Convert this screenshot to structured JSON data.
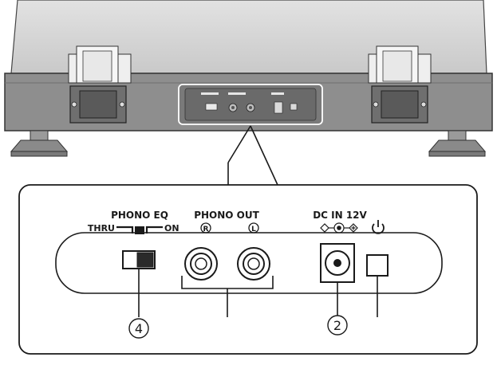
{
  "diagram": {
    "phono_eq": {
      "title": "PHONO EQ",
      "thru": "THRU",
      "on": "ON"
    },
    "phono_out": {
      "title": "PHONO OUT",
      "right": "R",
      "left": "L"
    },
    "dc_in": {
      "title": "DC IN 12V"
    },
    "callouts": {
      "switch": "4",
      "dc": "2"
    },
    "colors": {
      "line": "#1a1a1a",
      "body": "#8c8c8c",
      "cover": "#d2d2d2",
      "detail": "#f4f4f4"
    }
  }
}
